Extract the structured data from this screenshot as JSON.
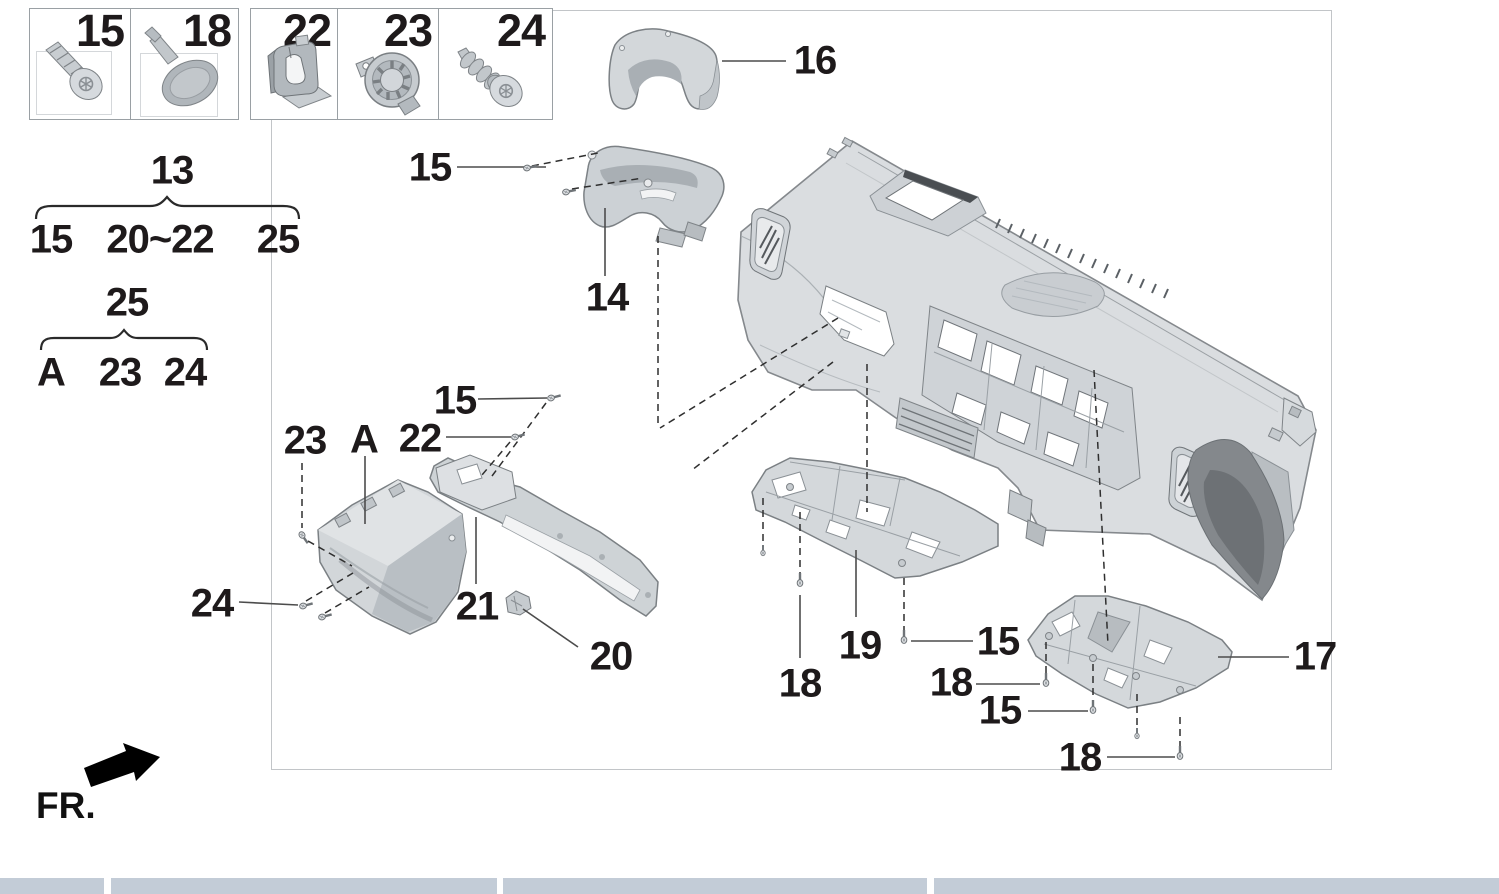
{
  "fastener_boxes": {
    "box15": "15",
    "box18": "18",
    "box22": "22",
    "box23": "23",
    "box24": "24"
  },
  "legend": {
    "group13": {
      "title": "13",
      "items": [
        "15",
        "20~22",
        "25"
      ]
    },
    "group25": {
      "title": "25",
      "items": [
        "A",
        "23",
        "24"
      ]
    }
  },
  "callouts": {
    "column_screws_15": "15",
    "upper_column_cover_16": "16",
    "lower_column_cover_14": "14",
    "glove_clip_23": "23",
    "glove_box_A": "A",
    "glove_clip_22": "22",
    "glove_screw_15": "15",
    "glove_screw_24": "24",
    "lower_trim_21": "21",
    "latch_20": "20",
    "under_panel_19": "19",
    "clip_18_left": "18",
    "screw_15_mid": "15",
    "clip_18_mid": "18",
    "screw_15_low": "15",
    "clip_18_right": "18",
    "under_panel_17": "17"
  },
  "front_marker": {
    "label": "FR."
  },
  "colors": {
    "part_fill": "#d8dbde",
    "part_shade": "#a9afb4",
    "dark_end_panel": "#7d8286",
    "outline": "#7f8488",
    "leader_line": "#4c4c4c",
    "table_strip": "#c3ccd7"
  }
}
